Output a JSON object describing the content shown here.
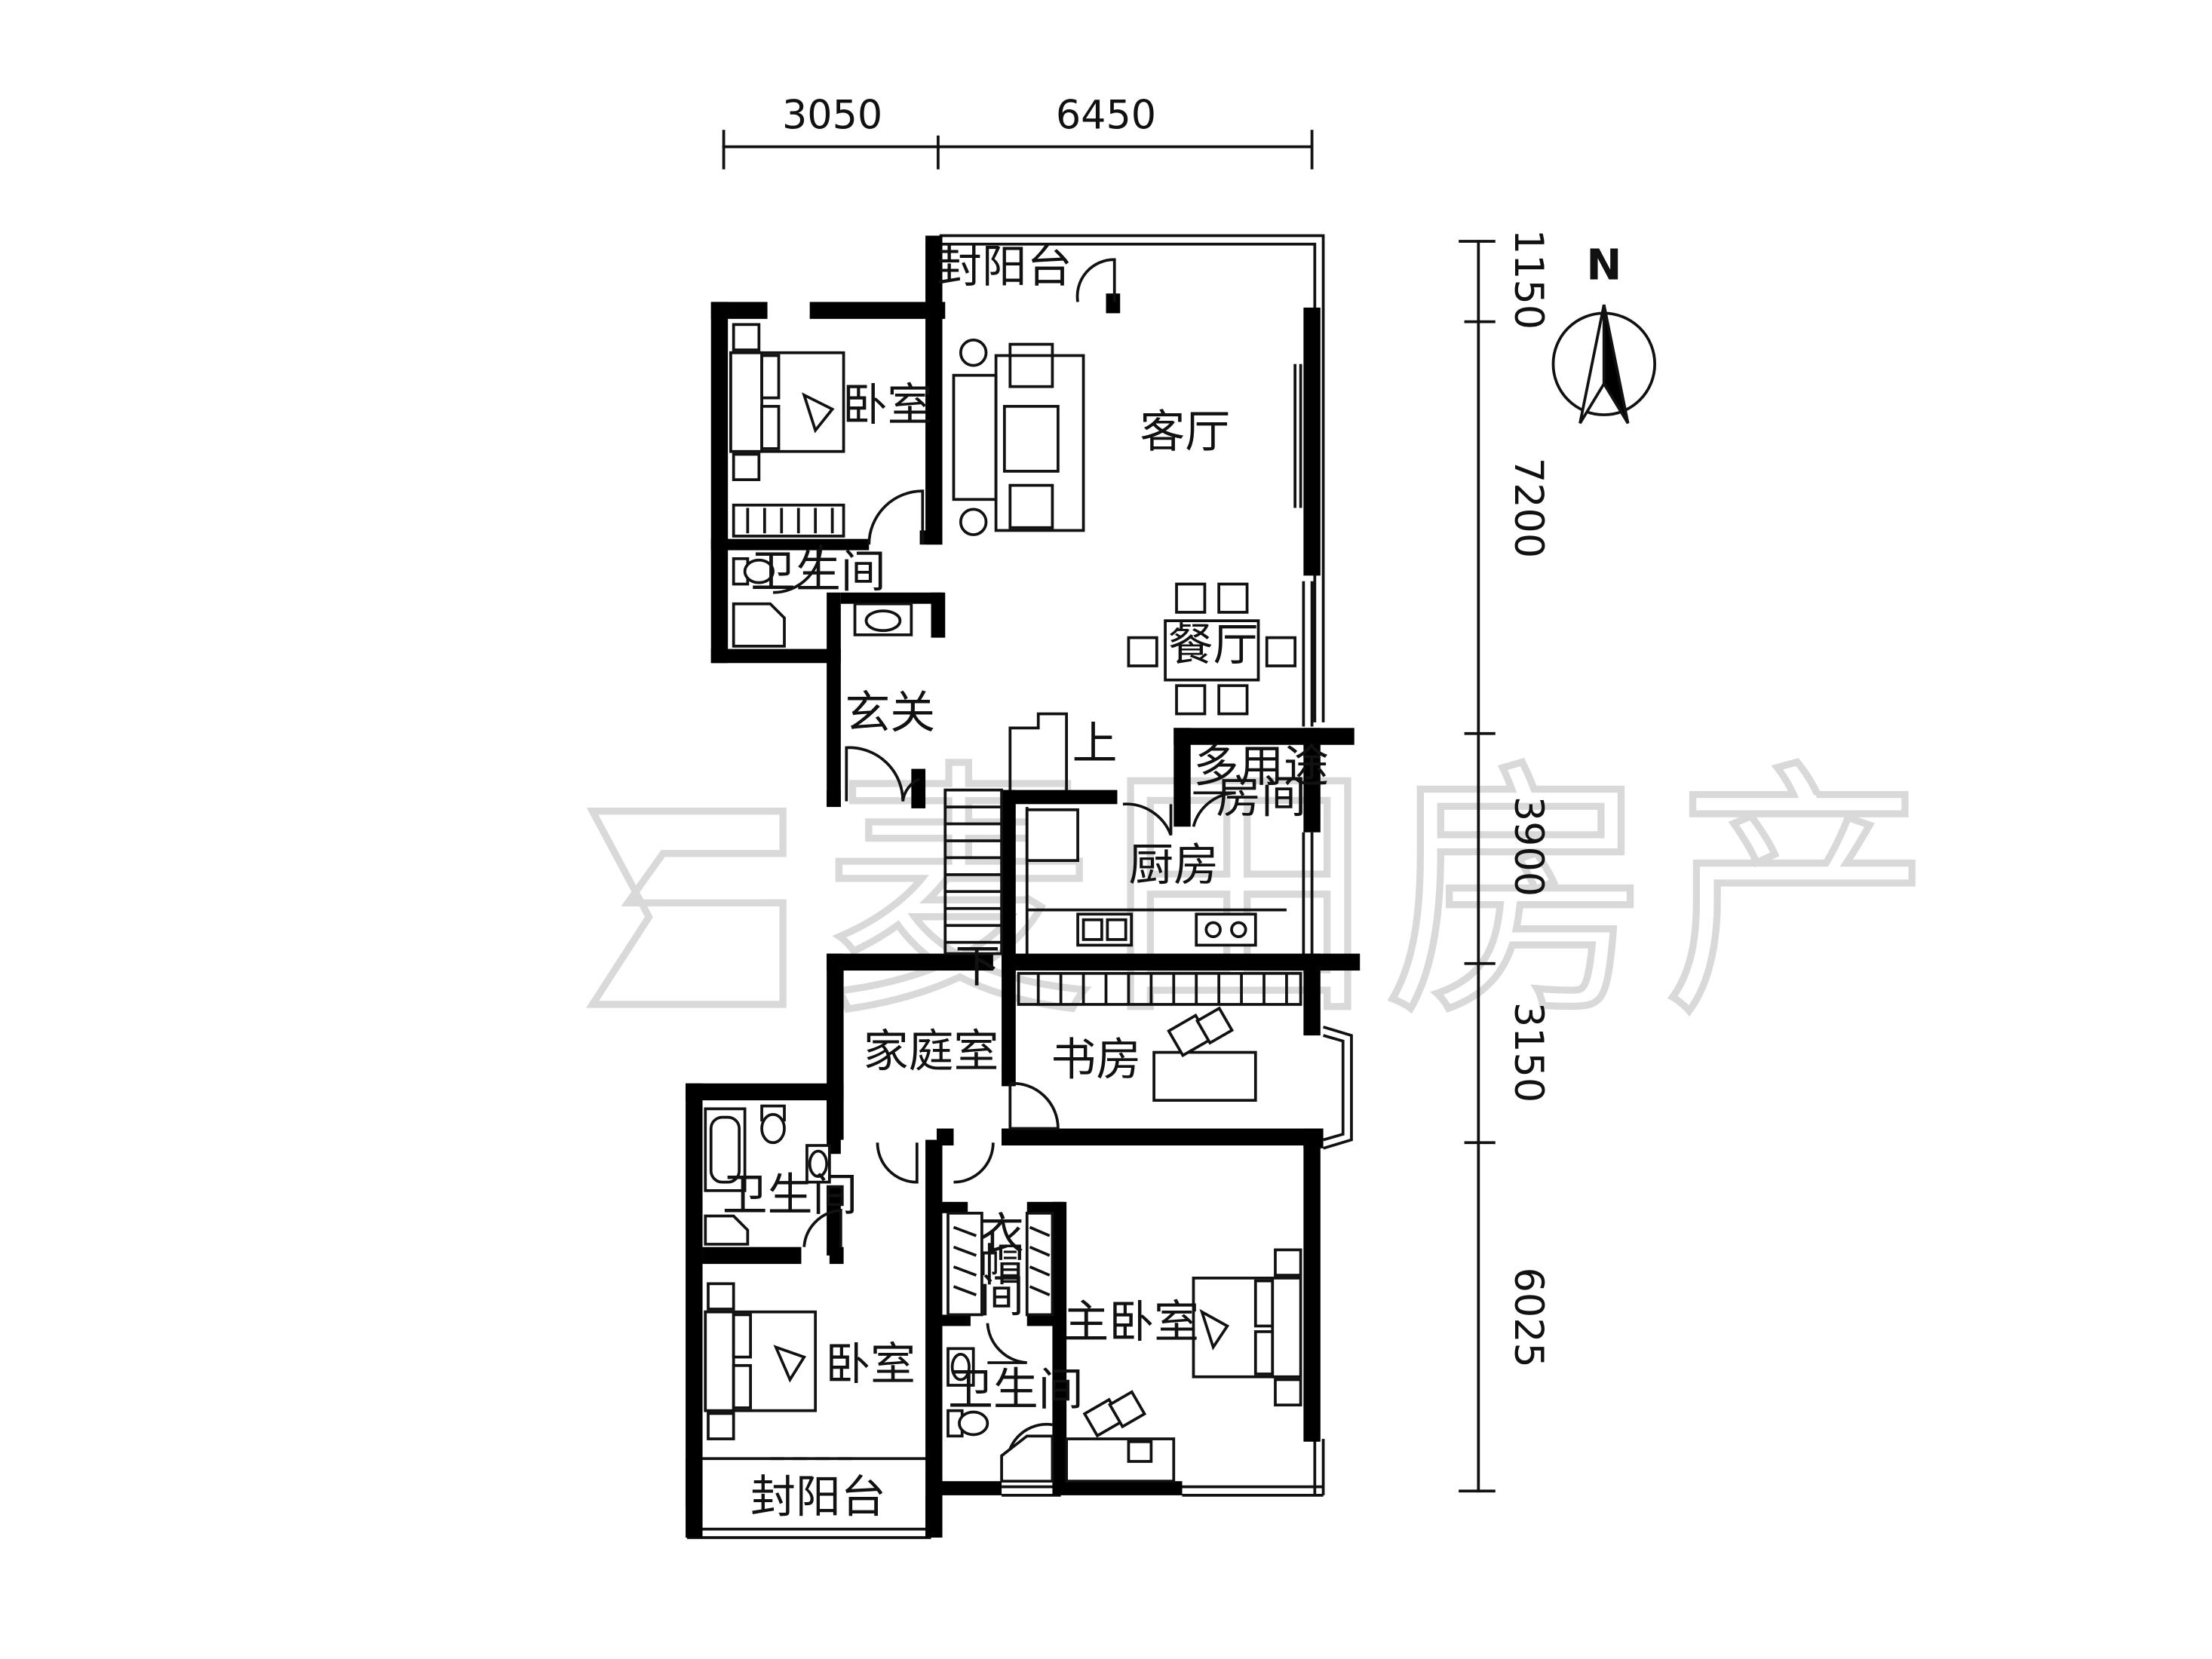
{
  "dimensions": {
    "top": [
      "3050",
      "6450"
    ],
    "right": [
      "1150",
      "7200",
      "3900",
      "3150",
      "6025"
    ]
  },
  "compass": {
    "north": "N"
  },
  "rooms": {
    "balcony_top": "封阳台",
    "bedroom_nw": "卧室",
    "living": "客厅",
    "bath_nw": "卫生间",
    "dining": "餐厅",
    "foyer": "玄关",
    "stair_up": "上",
    "multi_room_1": "多用途",
    "multi_room_2": "房间",
    "kitchen": "厨房",
    "stair_down": "下",
    "family": "家庭室",
    "study": "书房",
    "bath_sw": "卫生间",
    "closet_1": "衣",
    "closet_2": "帽",
    "closet_3": "间",
    "master": "主卧室",
    "bedroom_sw": "卧室",
    "bath_master": "卫生间",
    "balcony_bottom": "封阳台"
  },
  "watermark": "麦田房产",
  "colors": {
    "wall": "#000000",
    "line": "#111111",
    "watermark": "#d0d0d0"
  }
}
